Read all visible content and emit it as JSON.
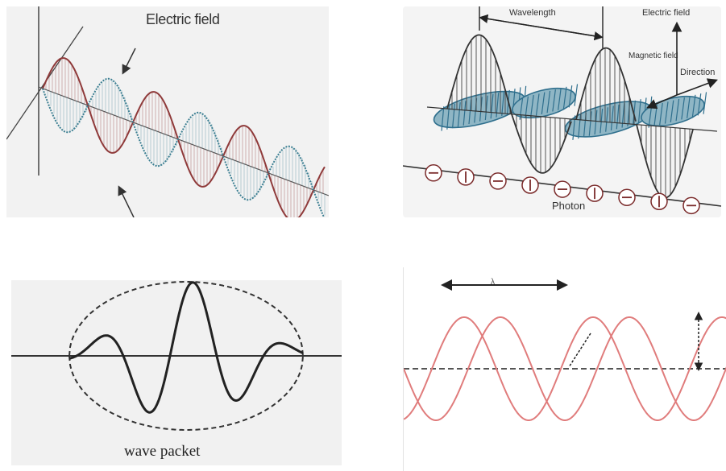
{
  "panels": {
    "em_wave_1": {
      "label": "Electric field"
    },
    "em_wave_2": {
      "wavelength_label": "Wavelength",
      "electric_field_label": "Electric field",
      "magnetic_field_label": "Magnetic field",
      "direction_label": "Direction",
      "photon_label": "Photon"
    },
    "wave_packet": {
      "label": "wave packet"
    },
    "phase_waves": {
      "lambda_label": "λ"
    }
  },
  "colors": {
    "electric_wave": "#8f3a3a",
    "magnetic_wave": "#3c7f92",
    "packet_wave": "#222222",
    "phase_wave": "#e07c7c",
    "diagram_blue": "#2f6f8d"
  }
}
